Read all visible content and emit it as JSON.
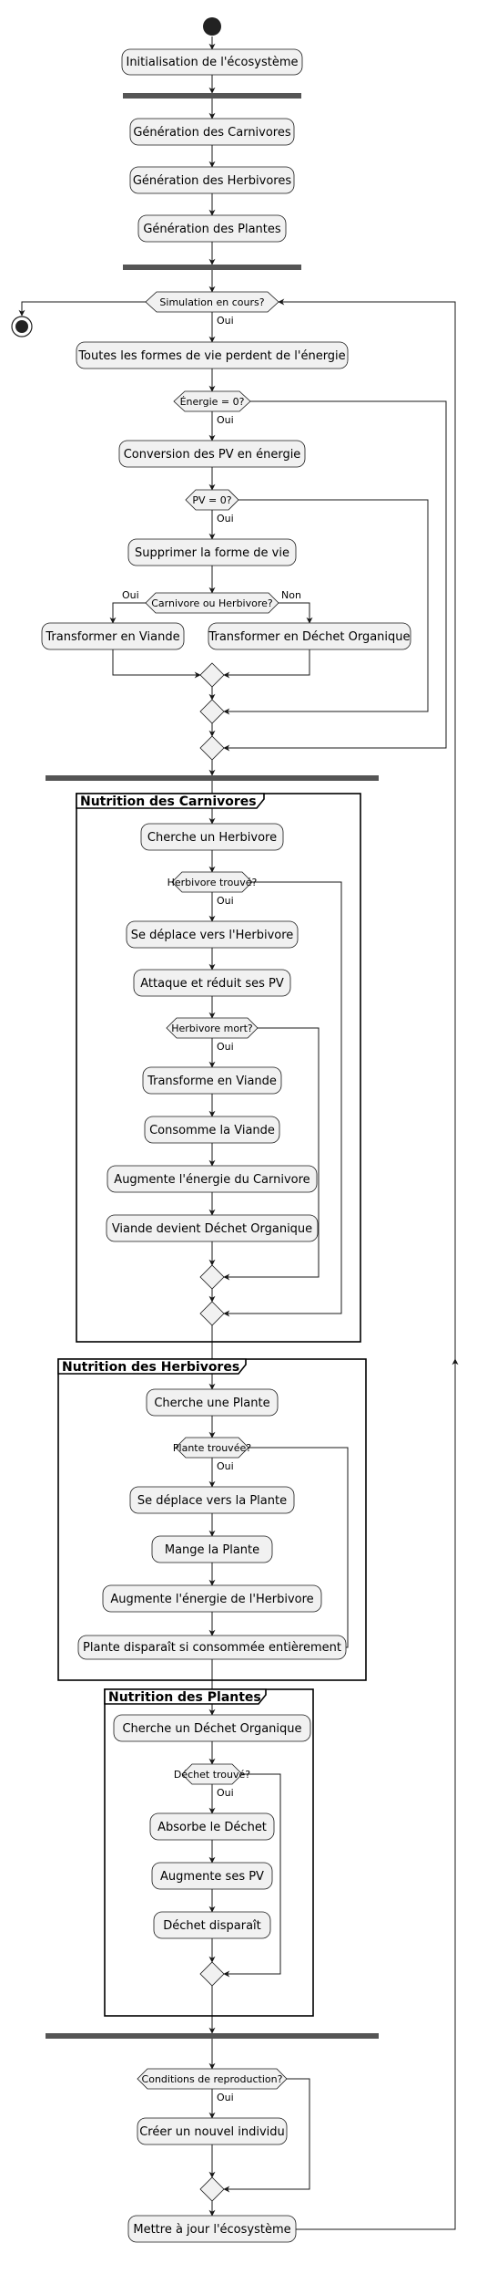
{
  "activities": {
    "init": "Initialisation de l'écosystème",
    "gen_carnivores": "Génération des Carnivores",
    "gen_herbivores": "Génération des Herbivores",
    "gen_plantes": "Génération des Plantes",
    "perte_energie": "Toutes les formes de vie perdent de l'énergie",
    "conversion_pv": "Conversion des PV en énergie",
    "supprimer": "Supprimer la forme de vie",
    "transformer_viande": "Transformer en Viande",
    "transformer_dechet": "Transformer en Déchet Organique",
    "c_cherche": "Cherche un Herbivore",
    "c_deplace": "Se déplace vers l'Herbivore",
    "c_attaque": "Attaque et réduit ses PV",
    "c_transforme": "Transforme en Viande",
    "c_consomme": "Consomme la Viande",
    "c_augmente": "Augmente l'énergie du Carnivore",
    "c_dechet": "Viande devient Déchet Organique",
    "h_cherche": "Cherche une Plante",
    "h_deplace": "Se déplace vers la Plante",
    "h_mange": "Mange la Plante",
    "h_augmente": "Augmente l'énergie de l'Herbivore",
    "h_disparait": "Plante disparaît si consommée entièrement",
    "p_cherche": "Cherche un Déchet Organique",
    "p_absorbe": "Absorbe le Déchet",
    "p_augmente": "Augmente ses PV",
    "p_disparait": "Déchet disparaît",
    "reproduction": "Créer un nouvel individu",
    "maj": "Mettre à jour l'écosystème"
  },
  "decisions": {
    "simulation": "Simulation en cours?",
    "energie": "Énergie = 0?",
    "pv": "PV = 0?",
    "type": "Carnivore ou Herbivore?",
    "herbivore_trouve": "Herbivore trouvé?",
    "herbivore_mort": "Herbivore mort?",
    "plante_trouvee": "Plante trouvée?",
    "dechet_trouve": "Déchet trouvé?",
    "conditions": "Conditions de reproduction?"
  },
  "branch_labels": {
    "oui": "Oui",
    "non": "Non"
  },
  "partitions": {
    "carnivores": "Nutrition des Carnivores",
    "herbivores": "Nutrition des Herbivores",
    "plantes": "Nutrition des Plantes"
  }
}
